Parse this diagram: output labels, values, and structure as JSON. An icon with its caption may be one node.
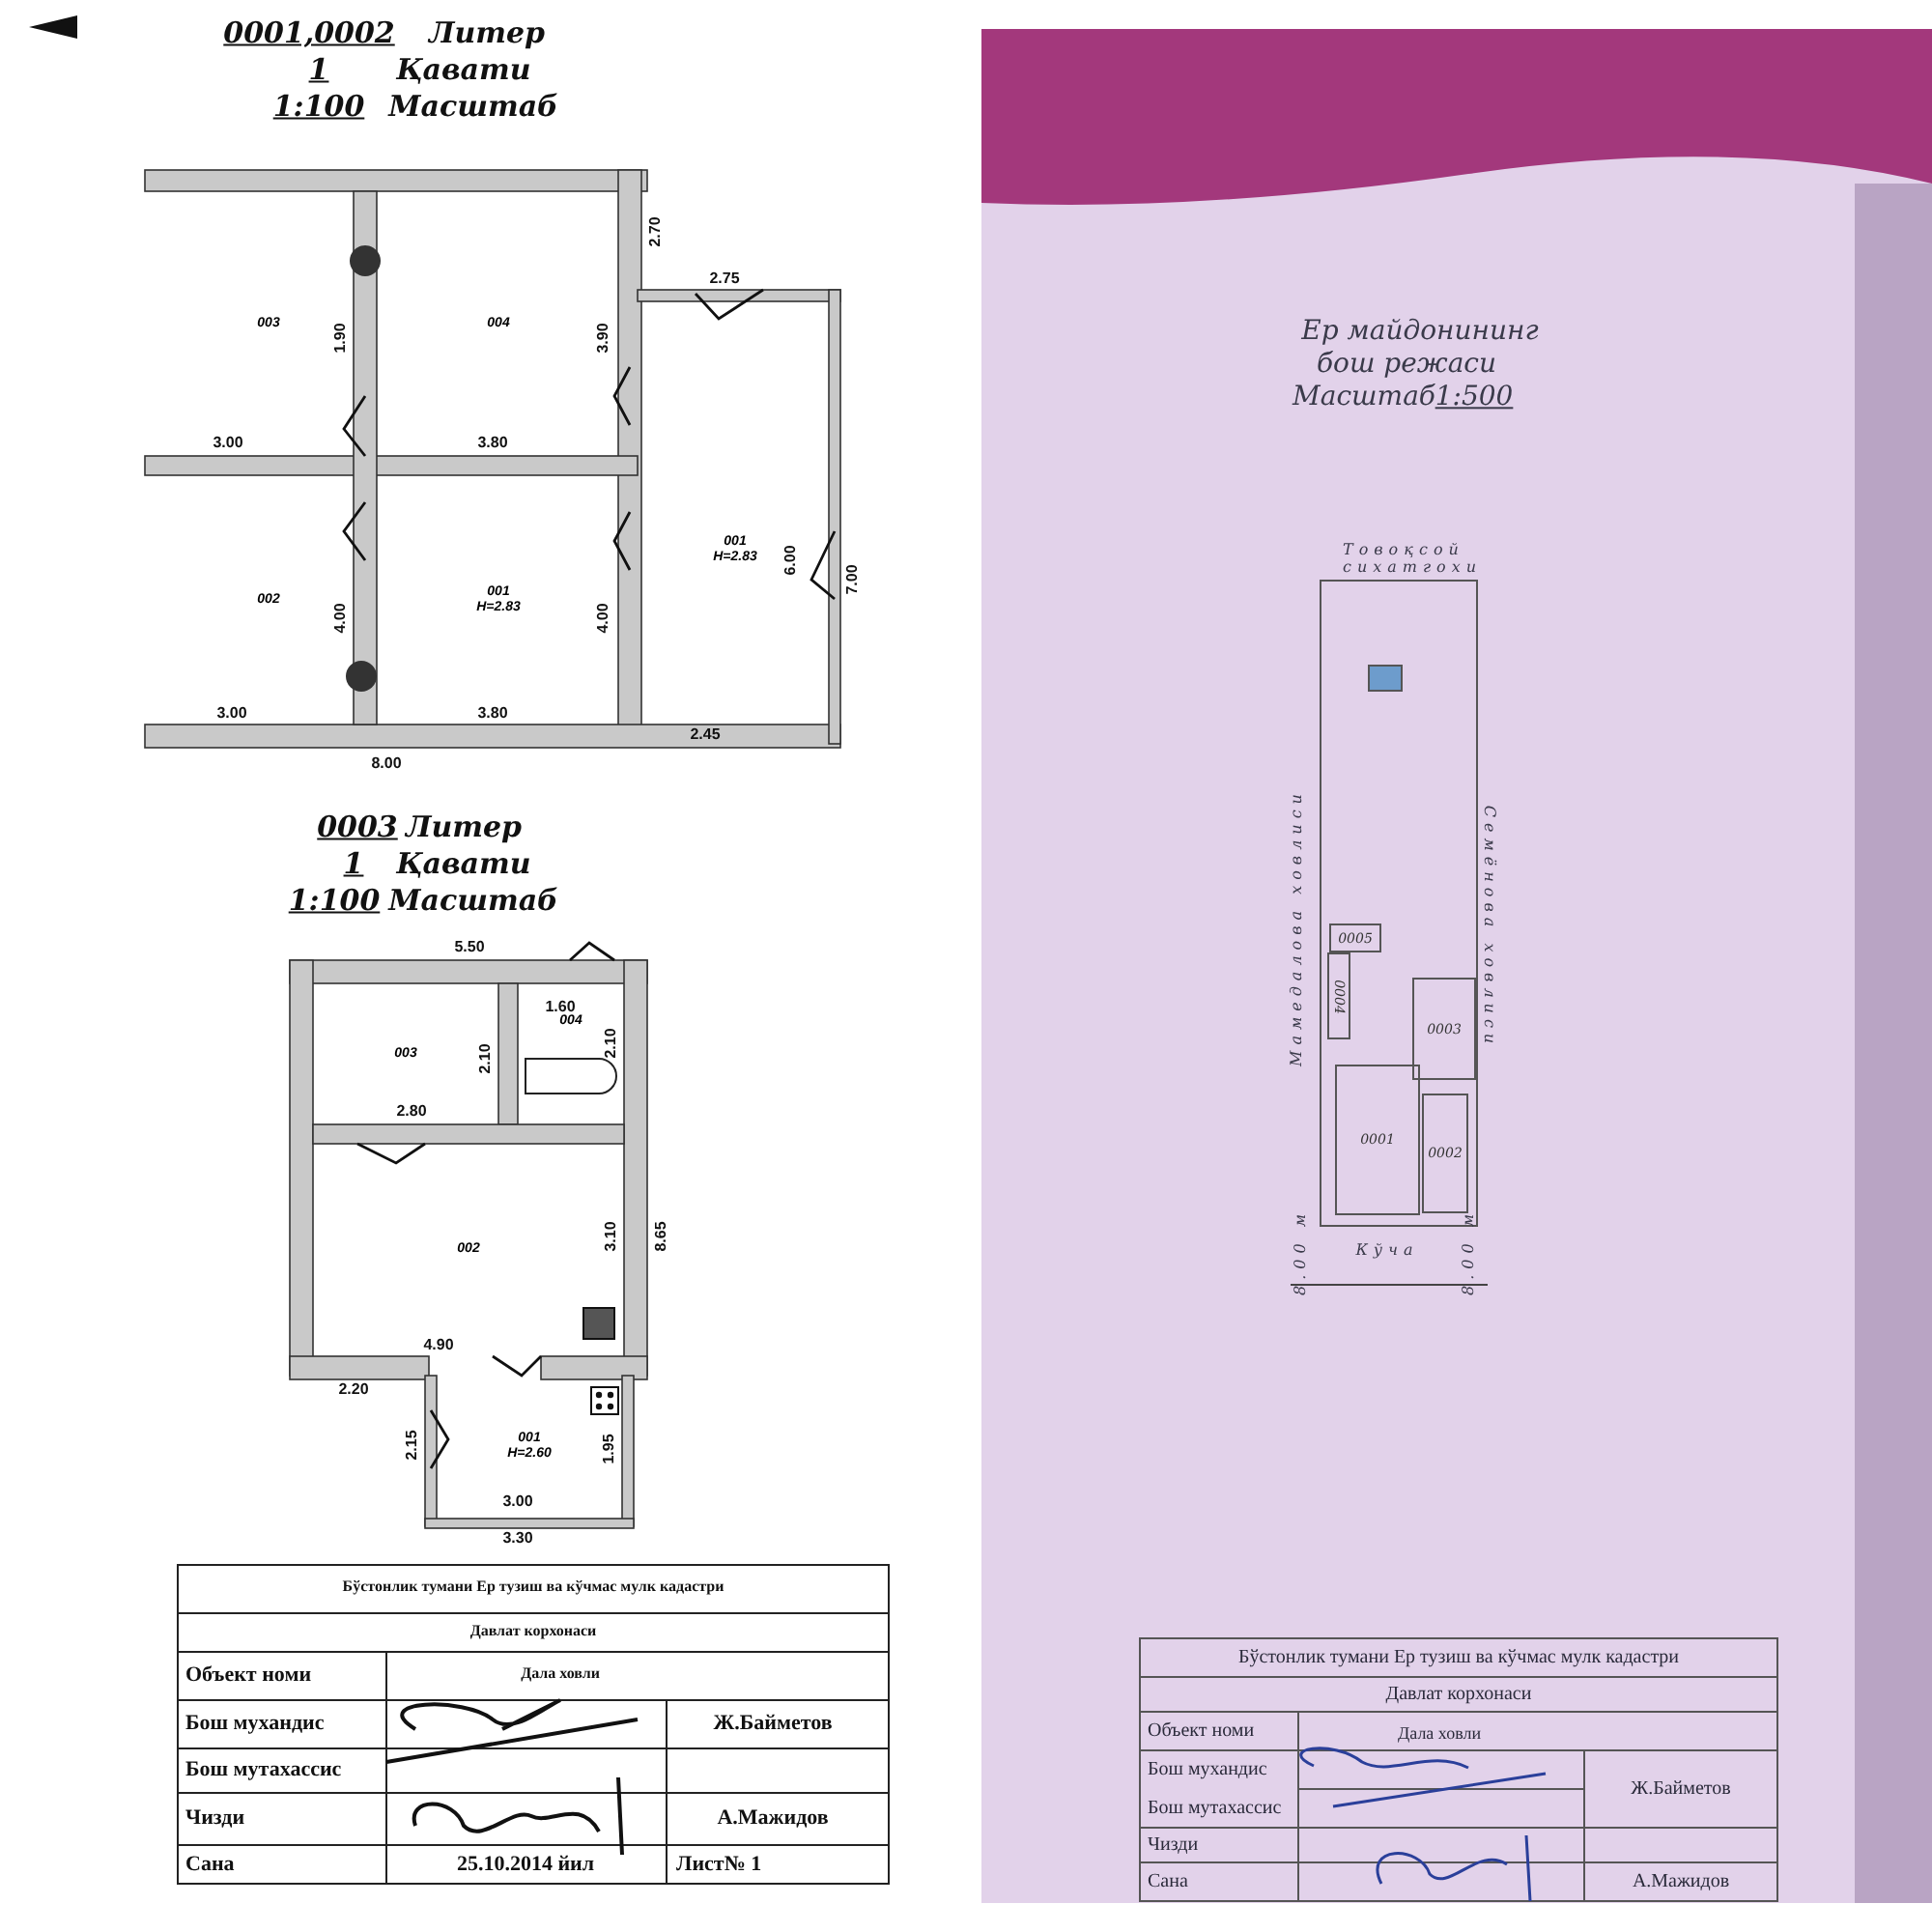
{
  "diagram": {
    "nodes": [
      {
        "text": [
          "003"
        ]
      },
      {
        "text": [
          "004"
        ]
      },
      {
        "text": [
          "002"
        ]
      },
      {
        "text": [
          "001",
          "Н=2.83"
        ]
      },
      {
        "text": [
          "001",
          "Н=2.83"
        ]
      },
      {
        "text": [
          "003"
        ]
      },
      {
        "text": [
          "004"
        ]
      },
      {
        "text": [
          "002"
        ]
      },
      {
        "text": [
          "001",
          "Н=2.60"
        ]
      },
      {
        "text": [],
        "shape": "box"
      },
      {
        "text": [],
        "shape": "box",
        "in": 9
      },
      {
        "text": [
          "0005"
        ],
        "in": 9
      },
      {
        "text": [
          "0004"
        ],
        "in": 9
      },
      {
        "text": [
          "0003"
        ],
        "in": 9
      },
      {
        "text": [
          "0001"
        ],
        "in": 9
      },
      {
        "text": [
          "0002"
        ],
        "in": 9
      }
    ],
    "labels": [
      "0001,0002",
      "Литер",
      "1",
      "Қавати",
      "1:100",
      "Масштаб",
      "2.70",
      "1.90",
      "3.90",
      "2.75",
      "3.00",
      "3.80",
      "6.00",
      "7.00",
      "4.00",
      "4.00",
      "3.00",
      "3.80",
      "2.45",
      "8.00",
      "0003",
      "Литер",
      "1",
      "Қавати",
      "1:100",
      "Масштаб",
      "5.50",
      "1.60",
      "2.10",
      "2.10",
      "2.80",
      "3.10",
      "8.65",
      "4.90",
      "2.20",
      "2.15",
      "1.95",
      "3.00",
      "3.30",
      "Бўстонлик тумани Ер тузиш ва кўчмас мулк кадастри",
      "Давлат корхонаси",
      "Объект номи",
      "Дала ховли",
      "Бош мухандис",
      "Ж.Байметов",
      "Бош мутахассис",
      "Чизди",
      "А.Мажидов",
      "Сана",
      "25.10.2014 йил",
      "Лист№ 1",
      "Ер майдонининг",
      "бош режаси",
      "Масштаб",
      "1:500",
      "Товоқсой сихатгохи",
      "Мамедалова ховлиси",
      "Семёнова ховлиси",
      "Кўча",
      "8.00 м",
      "8.00 м",
      "Бўстонлик тумани Ер тузиш ва кўчмас мулк кадастри",
      "Давлат корхонаси",
      "Объект номи",
      "Дала ховли",
      "Бош мухандис",
      "Ж.Байметов",
      "Бош мутахассис",
      "Чизди",
      "Сана",
      "А.Мажидов"
    ]
  }
}
